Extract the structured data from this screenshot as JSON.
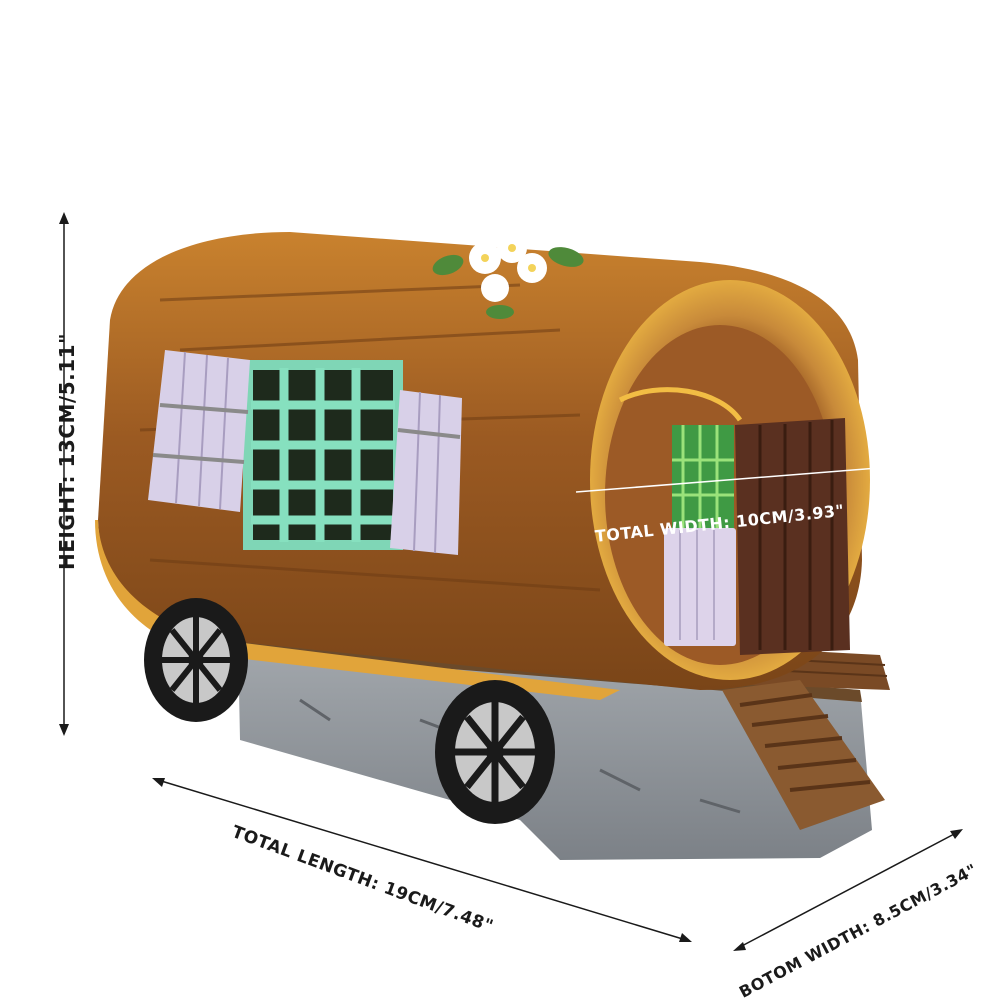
{
  "image": {
    "subject": "caravan-figurine",
    "colors": {
      "background": "#ffffff",
      "log_body": "#9b5a22",
      "log_body_light": "#c9822e",
      "log_rim": "#f0b53c",
      "shutter": "#d8d0e8",
      "window_frame": "#7fd6b6",
      "door": "#5a3020",
      "base_stone": "#8f949a",
      "wheel": "#1a1a1a",
      "wheel_hub": "#c8c8c8",
      "flower": "#ffffff",
      "leaf": "#4f8a3a",
      "dimension_lines": "#1a1a1a"
    }
  },
  "dimensions": {
    "height": "HEIGHT: 13CM/5.11\"",
    "total_width": "TOTAL WIDTH: 10CM/3.93\"",
    "total_length": "TOTAL LENGTH: 19CM/7.48\"",
    "bottom_width": "BOTOM WIDTH: 8.5CM/3.34\""
  }
}
